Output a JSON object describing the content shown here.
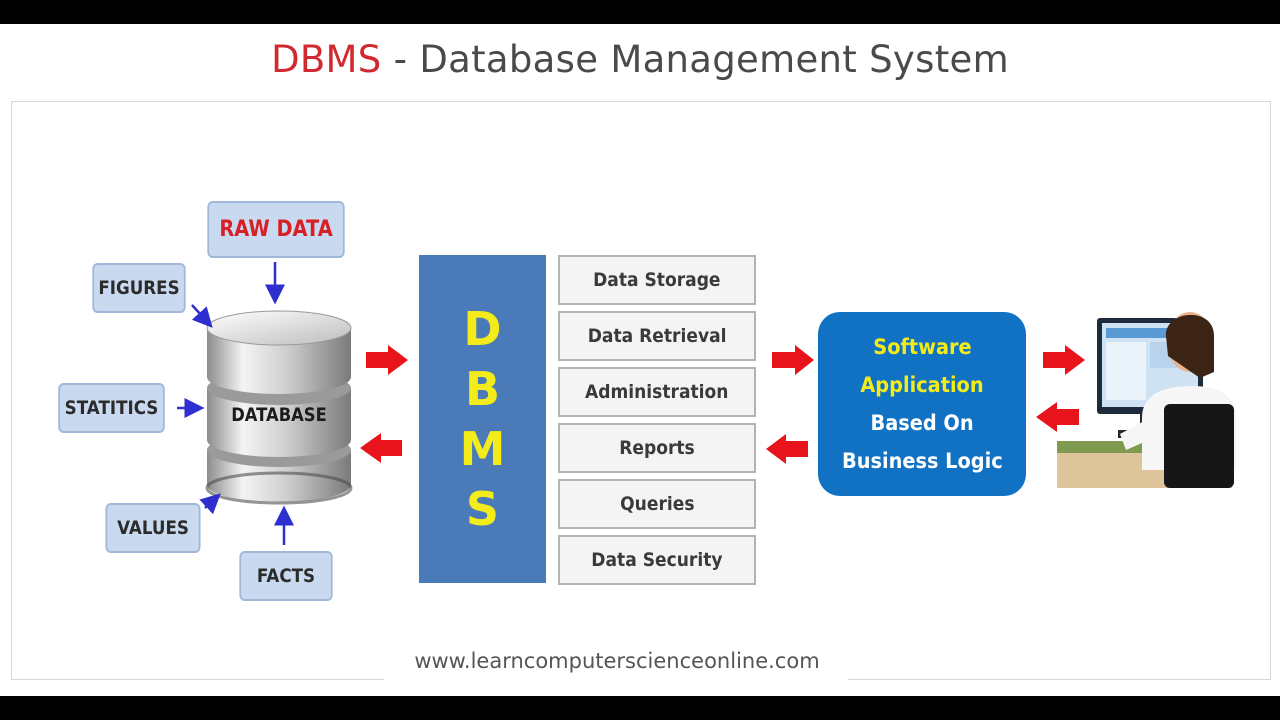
{
  "title": {
    "accent": "DBMS",
    "rest": " - Database Management System"
  },
  "inputs": {
    "raw_data": "RAW DATA",
    "figures": "FIGURES",
    "statistics": "STATITICS",
    "values": "VALUES",
    "facts": "FACTS"
  },
  "database_label": "DATABASE",
  "dbms_letters": [
    "D",
    "B",
    "M",
    "S"
  ],
  "functions": [
    "Data  Storage",
    "Data  Retrieval",
    "Administration",
    "Reports",
    "Queries",
    "Data Security"
  ],
  "application": {
    "line1": "Software",
    "line2": "Application",
    "line3": "Based  On",
    "line4": "Business  Logic"
  },
  "footer": "www.learncomputerscienceonline.com",
  "colors": {
    "accent_red": "#d02a30",
    "arrow_red": "#e8141c",
    "arrow_blue": "#2f2fd0",
    "dbms_blue": "#4a7bb8",
    "app_blue": "#1172c4",
    "yellow_text": "#f3ec1a",
    "label_fill": "#c9daf0"
  }
}
